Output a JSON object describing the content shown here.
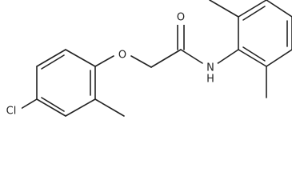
{
  "molecule": {
    "atom_labels": {
      "oxygen_ether": "O",
      "oxygen_carbonyl": "O",
      "nitrogen": "N",
      "nitrogen_h": "H",
      "chlorine": "Cl"
    }
  }
}
